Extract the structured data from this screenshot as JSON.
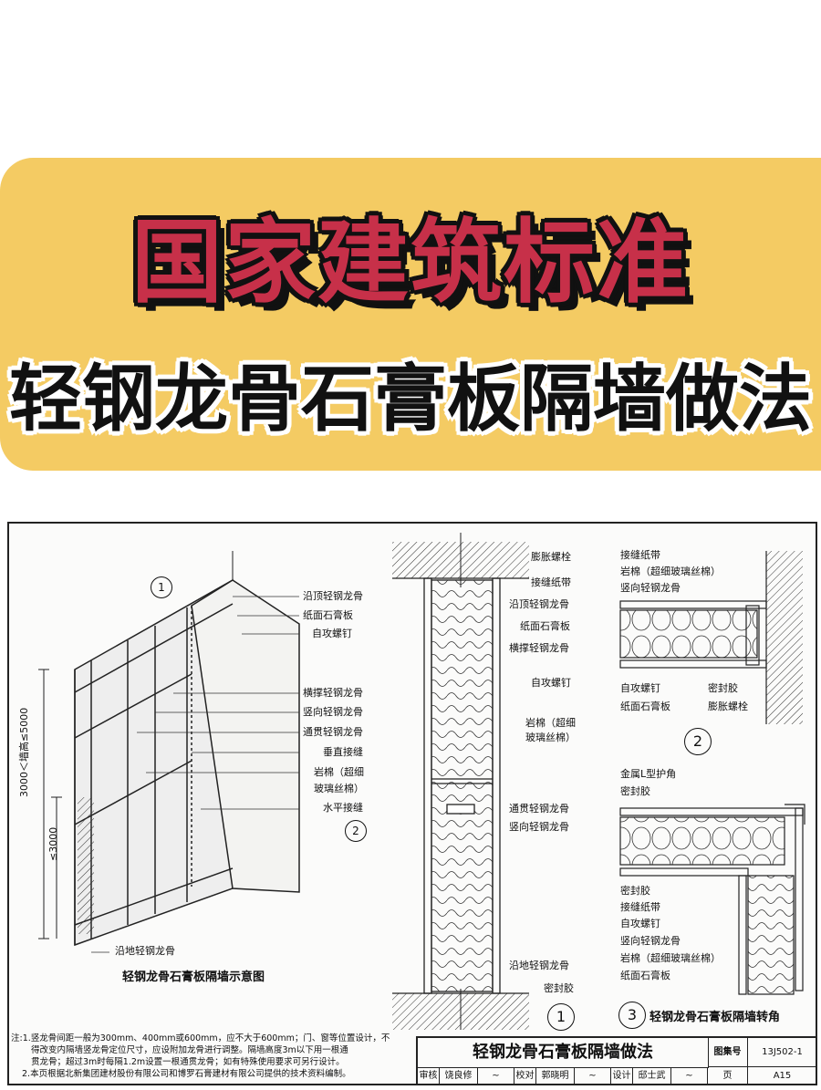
{
  "banner": {
    "title": "国家建筑标准",
    "subtitle": "轻钢龙骨石膏板隔墙做法",
    "colors": {
      "background": "#f4cb63",
      "title": "#c73049",
      "outline": "#111111"
    }
  },
  "drawing": {
    "left_labels": [
      "沿顶轻钢龙骨",
      "纸面石膏板",
      "自攻螺钉",
      "横撑轻钢龙骨",
      "竖向轻钢龙骨",
      "通贯轻钢龙骨",
      "垂直接缝",
      "岩棉（超细",
      "玻璃丝棉）",
      "水平接缝"
    ],
    "bottom_left_label": "沿地轻钢龙骨",
    "dim_label_1": "3000＜墙高≤5000",
    "dim_label_2": "≤3000",
    "marker_1": "1",
    "marker_2": "2",
    "left_caption": "轻钢龙骨石膏板隔墙示意图",
    "mid_labels_top": [
      "膨胀螺栓",
      "接缝纸带",
      "沿顶轻钢龙骨",
      "纸面石膏板",
      "横撑轻钢龙骨",
      "自攻螺钉",
      "岩棉（超细",
      "玻璃丝棉）"
    ],
    "mid_labels_bottom": [
      "通贯轻钢龙骨",
      "竖向轻钢龙骨",
      "沿地轻钢龙骨",
      "密封胶"
    ],
    "right_labels_top": [
      "接缝纸带",
      "岩棉（超细玻璃丝棉）",
      "竖向轻钢龙骨"
    ],
    "right_labels_top_bottom_left": [
      "自攻螺钉",
      "纸面石膏板"
    ],
    "right_labels_top_bottom_right": [
      "密封胶",
      "膨胀螺栓"
    ],
    "right_labels_corner_top": [
      "金属L型护角",
      "密封胶"
    ],
    "right_labels_corner_bottom": [
      "密封胶",
      "接缝纸带",
      "自攻螺钉",
      "竖向轻钢龙骨",
      "岩棉（超细玻璃丝棉）",
      "纸面石膏板"
    ],
    "detail_1": "1",
    "detail_2": "2",
    "detail_3": "3",
    "corner_caption": "轻钢龙骨石膏板隔墙转角"
  },
  "notes": {
    "line1": "注:1.竖龙骨间距一般为300mm、400mm或600mm，应不大于600mm；门、窗等位置设计，不",
    "line2": "得改变内隔墙竖龙骨定位尺寸，应设附加龙骨进行调整。隔墙高度3m以下用一根通",
    "line3": "贯龙骨；超过3m时每隔1.2m设置一根通贯龙骨；如有特殊使用要求可另行设计。",
    "line4": "2.本页根据北新集团建材股份有限公司和博罗石膏建材有限公司提供的技术资料编制。"
  },
  "title_block": {
    "title": "轻钢龙骨石膏板隔墙做法",
    "atlas_label": "图集号",
    "atlas_no": "13J502-1",
    "review_label": "审核",
    "reviewer": "饶良修",
    "check_label": "校对",
    "checker": "郭晓明",
    "design_label": "设计",
    "designer": "邸士武",
    "page_label": "页",
    "page_no": "A15"
  }
}
